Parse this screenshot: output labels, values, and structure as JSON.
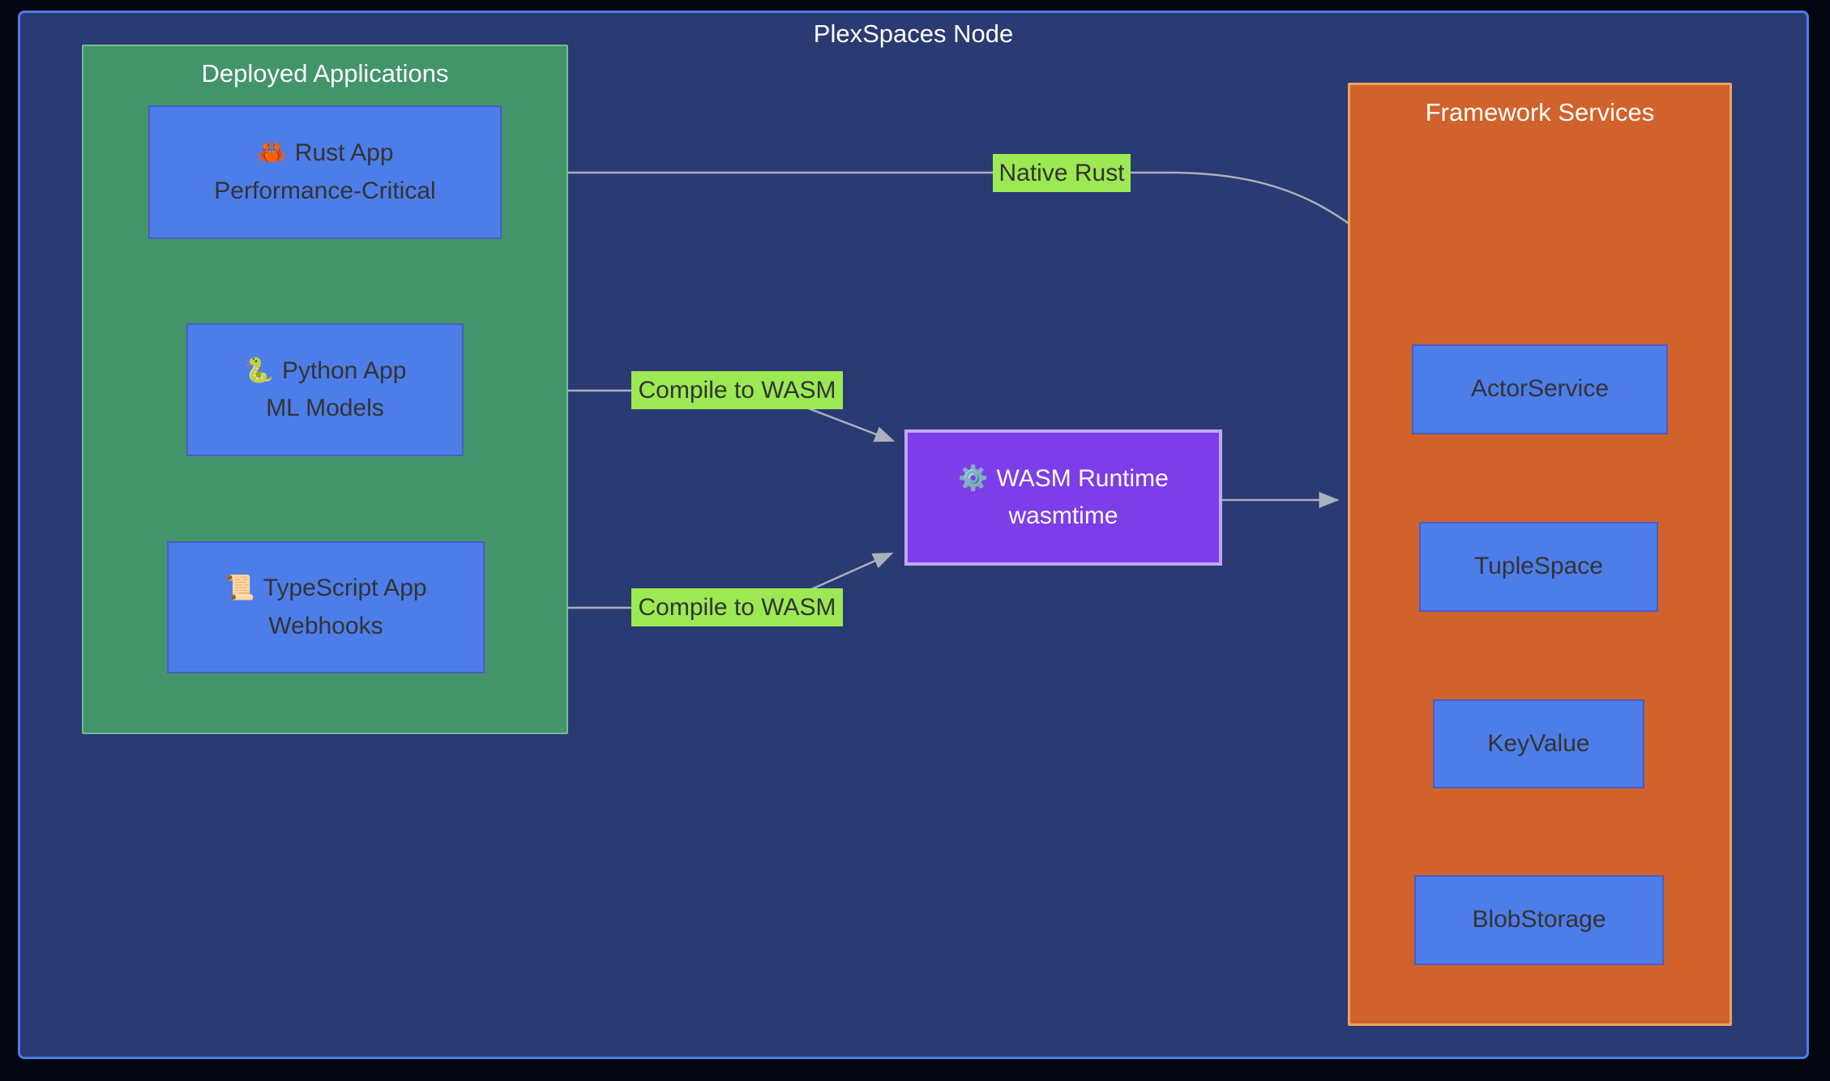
{
  "diagram": {
    "title": "PlexSpaces Node",
    "groups": {
      "deployed": {
        "title": "Deployed Applications",
        "apps": [
          {
            "icon": "🦀",
            "name": "Rust App",
            "subtitle": "Performance-Critical"
          },
          {
            "icon": "🐍",
            "name": "Python App",
            "subtitle": "ML Models"
          },
          {
            "icon": "📜",
            "name": "TypeScript App",
            "subtitle": "Webhooks"
          }
        ]
      },
      "framework": {
        "title": "Framework Services",
        "services": [
          {
            "label": "ActorService"
          },
          {
            "label": "TupleSpace"
          },
          {
            "label": "KeyValue"
          },
          {
            "label": "BlobStorage"
          }
        ]
      }
    },
    "runtime": {
      "icon": "⚙️",
      "name": "WASM Runtime",
      "subtitle": "wasmtime"
    },
    "edge_labels": [
      {
        "text": "Native Rust"
      },
      {
        "text": "Compile to WASM"
      },
      {
        "text": "Compile to WASM"
      }
    ],
    "colors": {
      "canvas_background": "#04070f",
      "node_background": "#2a3a72",
      "node_border": "#4d7de8",
      "deployed_group_fill": "#42946b",
      "deployed_group_border": "#74bb92",
      "framework_group_fill": "#d2622b",
      "framework_group_border": "#eda35e",
      "app_box_fill": "#4d7de8",
      "app_box_border": "#4a5cc4",
      "runtime_fill": "#7d3de9",
      "runtime_border": "#c3a7f3",
      "edge_label_background": "#9ce954",
      "edge_line": "#aab1bd",
      "dark_text": "#333333",
      "light_text": "#ffffff"
    }
  }
}
